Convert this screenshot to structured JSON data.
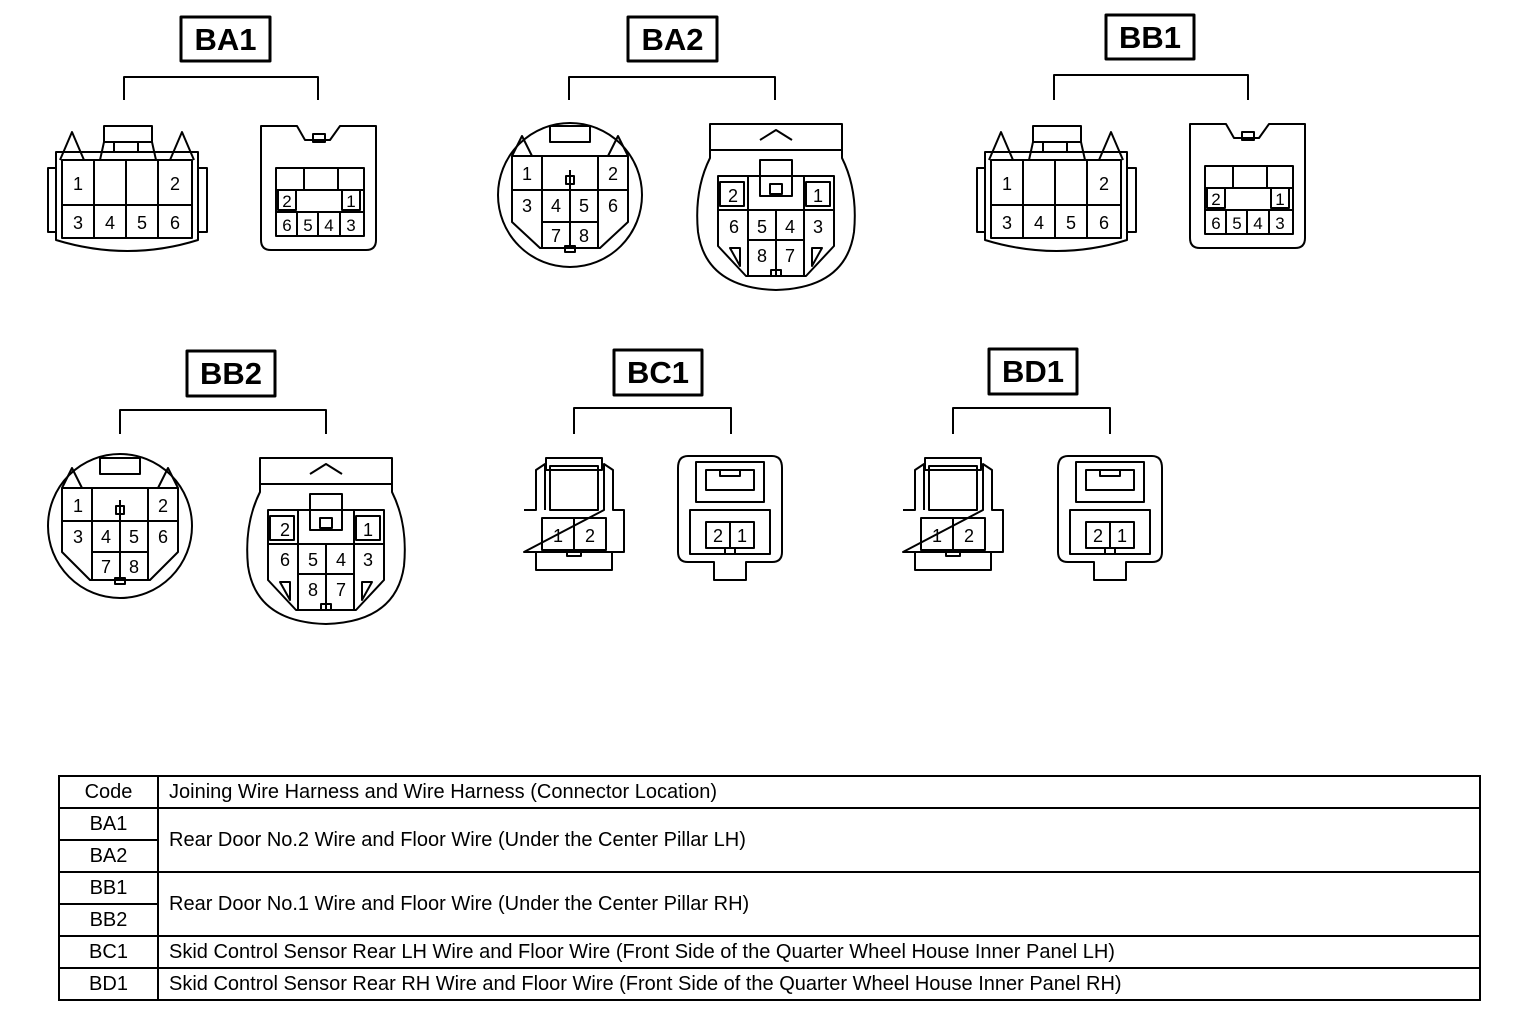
{
  "connectors": {
    "BA1": {
      "label": "BA1",
      "left": {
        "pins": [
          "1",
          "2",
          "3",
          "4",
          "5",
          "6"
        ]
      },
      "right": {
        "pins": [
          "2",
          "1",
          "6",
          "5",
          "4",
          "3"
        ]
      }
    },
    "BA2": {
      "label": "BA2",
      "left": {
        "pins": [
          "1",
          "2",
          "3",
          "4",
          "5",
          "6",
          "7",
          "8"
        ]
      },
      "right": {
        "pins": [
          "2",
          "1",
          "6",
          "5",
          "4",
          "3",
          "8",
          "7"
        ]
      }
    },
    "BB1": {
      "label": "BB1",
      "left": {
        "pins": [
          "1",
          "2",
          "3",
          "4",
          "5",
          "6"
        ]
      },
      "right": {
        "pins": [
          "2",
          "1",
          "6",
          "5",
          "4",
          "3"
        ]
      }
    },
    "BB2": {
      "label": "BB2",
      "left": {
        "pins": [
          "1",
          "2",
          "3",
          "4",
          "5",
          "6",
          "7",
          "8"
        ]
      },
      "right": {
        "pins": [
          "2",
          "1",
          "6",
          "5",
          "4",
          "3",
          "8",
          "7"
        ]
      }
    },
    "BC1": {
      "label": "BC1",
      "left": {
        "pins": [
          "1",
          "2"
        ]
      },
      "right": {
        "pins": [
          "2",
          "1"
        ]
      }
    },
    "BD1": {
      "label": "BD1",
      "left": {
        "pins": [
          "1",
          "2"
        ]
      },
      "right": {
        "pins": [
          "2",
          "1"
        ]
      }
    }
  },
  "table": {
    "header": {
      "code": "Code",
      "desc": "Joining Wire Harness and Wire Harness (Connector Location)"
    },
    "groups": [
      {
        "codes": [
          "BA1",
          "BA2"
        ],
        "desc": "Rear Door No.2 Wire and Floor Wire (Under the Center Pillar LH)"
      },
      {
        "codes": [
          "BB1",
          "BB2"
        ],
        "desc": "Rear Door No.1 Wire and Floor Wire (Under the Center Pillar RH)"
      },
      {
        "codes": [
          "BC1"
        ],
        "desc": "Skid Control Sensor Rear LH Wire and Floor Wire (Front Side of the Quarter Wheel House Inner Panel LH)"
      },
      {
        "codes": [
          "BD1"
        ],
        "desc": "Skid Control Sensor Rear RH Wire and Floor Wire (Front Side of the Quarter Wheel House Inner Panel RH)"
      }
    ]
  },
  "colors": {
    "line": "#000000",
    "background": "#ffffff"
  }
}
